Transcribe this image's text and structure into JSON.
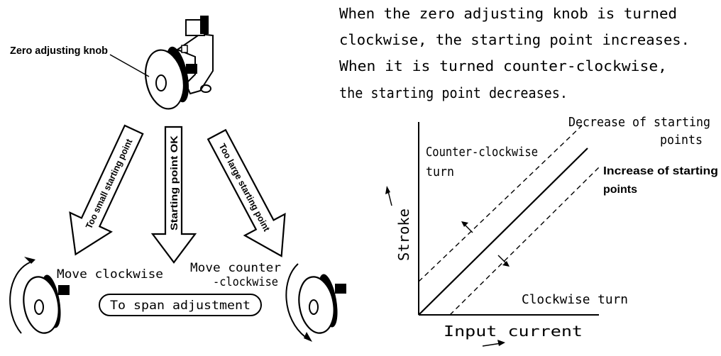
{
  "knob_label": "Zero adjusting knob",
  "description": [
    "When the zero adjusting knob is turned",
    "clockwise, the starting point increases.",
    "When it is turned counter-clockwise,",
    "the starting point decreases."
  ],
  "arrows": {
    "too_small": "Too small starting point",
    "ok": "Starting point OK",
    "too_large": "Too large starting point"
  },
  "actions": {
    "clockwise": "Move clockwise",
    "counter_line1": "Move counter",
    "counter_line2": "-clockwise",
    "span_button": "To span adjustment"
  },
  "graph": {
    "y_label": "Stroke",
    "x_label": "Input current",
    "decrease_line1": "Decrease of starting",
    "decrease_line2": "points",
    "increase_line1": "Increase of starting",
    "increase_line2": "points",
    "ccw_line1": "Counter-clockwise",
    "ccw_line2": "turn",
    "cw": "Clockwise turn"
  },
  "icons": [
    "knob-assembly-icon",
    "knob-cw-icon",
    "knob-ccw-icon",
    "rotation-arrow-icon"
  ]
}
